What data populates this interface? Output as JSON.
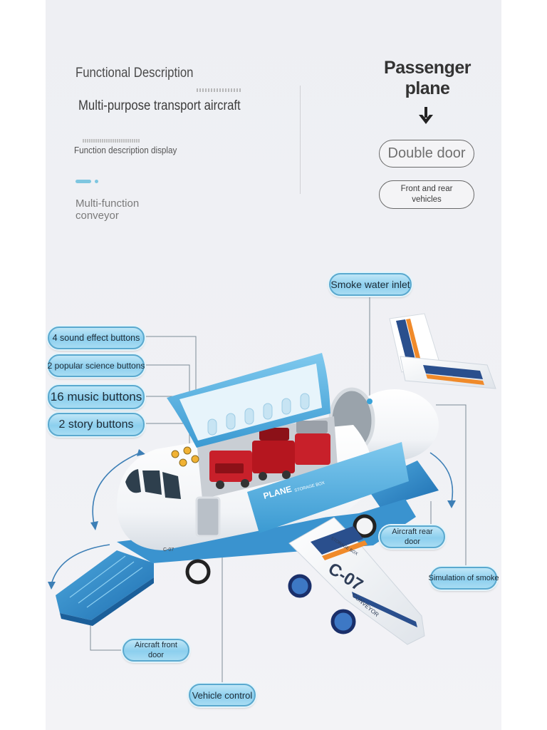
{
  "header": {
    "functional_description": "Functional Description",
    "subtitle": "Multi-purpose transport aircraft",
    "function_display": "Function description display",
    "multi_function_line1": "Multi-function",
    "multi_function_line2": "conveyor"
  },
  "side": {
    "title": "Passenger plane",
    "double_door": "Double door",
    "front_rear_line1": "Front and rear",
    "front_rear_line2": "vehicles"
  },
  "callouts": {
    "smoke_water_inlet": "Smoke water inlet",
    "sound_effect_buttons": "4 sound effect buttons",
    "popular_science_buttons": "2 popular science buttons",
    "music_buttons": "16 music buttons",
    "story_buttons": "2 story buttons",
    "rear_door_line1": "Aircraft rear",
    "rear_door_line2": "door",
    "simulation_of_smoke": "Simulation of smoke",
    "front_door_line1": "Aircraft front",
    "front_door_line2": "door",
    "vehicle_control": "Vehicle control"
  },
  "plane_markings": {
    "plane_label": "PLANE",
    "storage_box": "STORAGE BOX",
    "model": "C-07",
    "conveyor": "CONVEYOR"
  },
  "icons": [
    "down-arrow-icon"
  ],
  "colors": {
    "background": "#eff0f4",
    "plane_blue": "#49a8dc",
    "callout_fill": "#9ad6f0",
    "fire_truck_red": "#c8202a",
    "tail_orange": "#f08a2a"
  }
}
